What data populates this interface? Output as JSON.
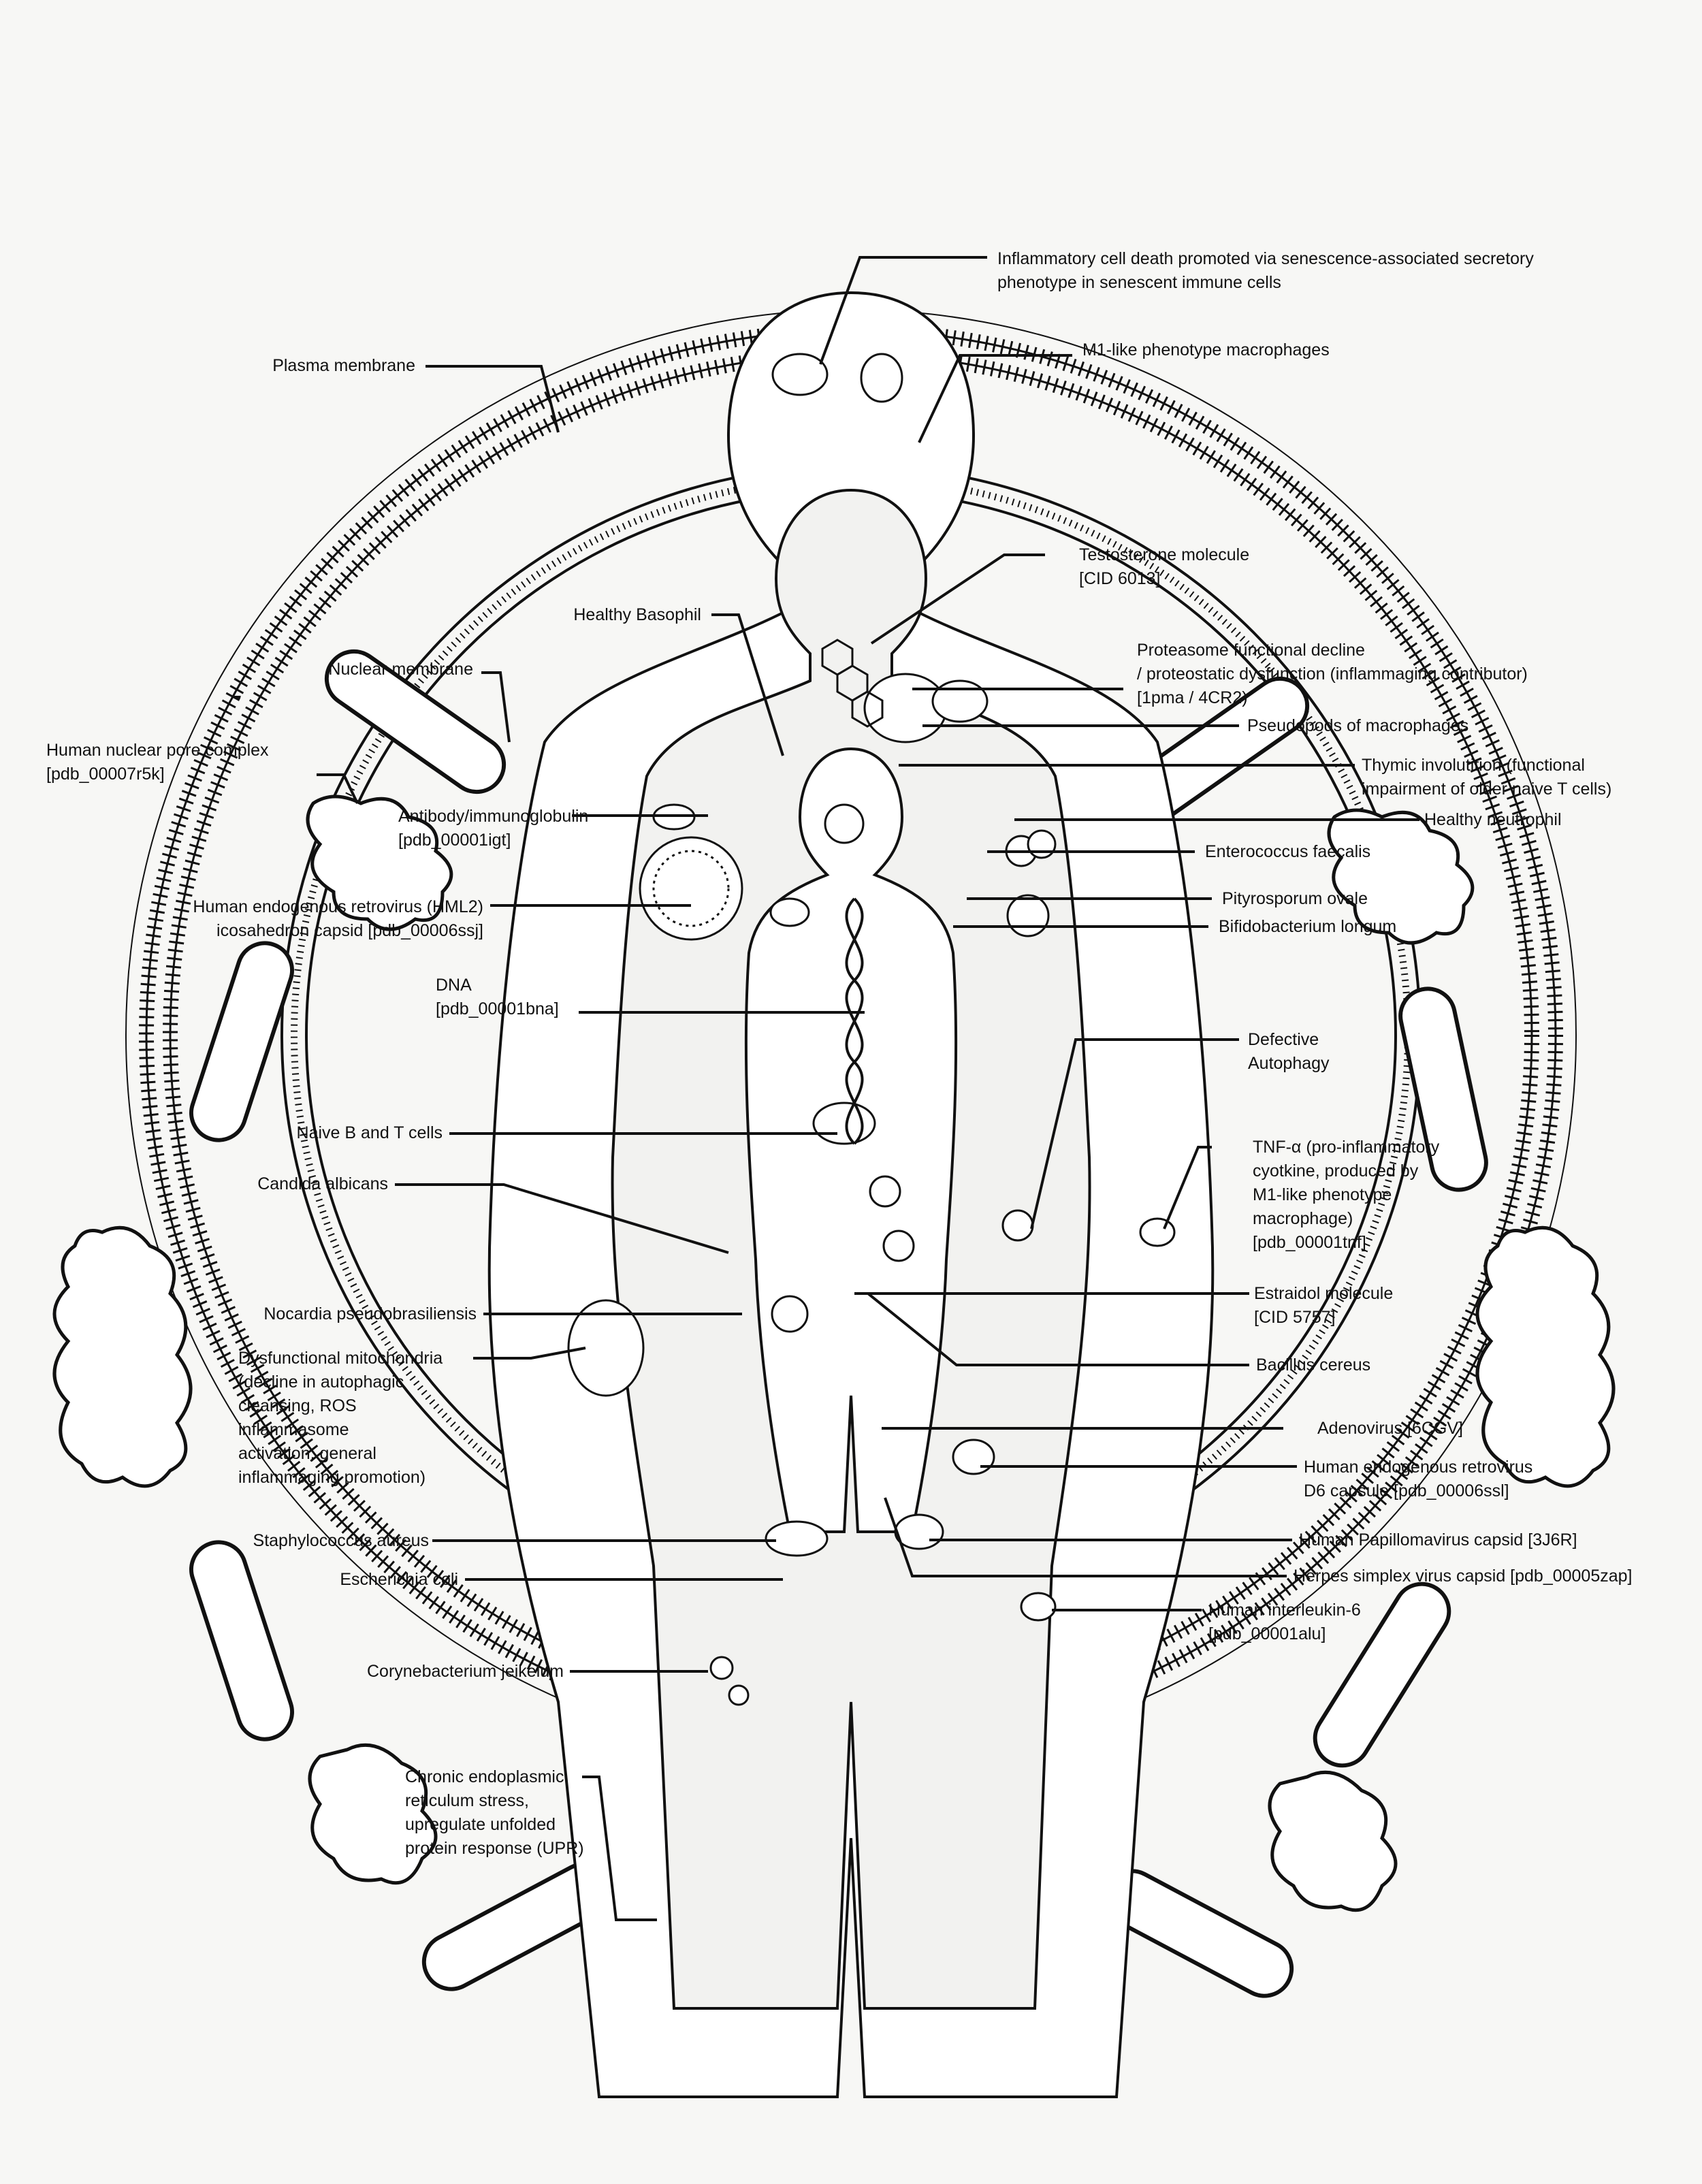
{
  "labels": {
    "inflammatory_cell_death": "Inflammatory cell death promoted via senescence-associated secretory\nphenotype in senescent immune cells",
    "m1_macrophages": "M1-like phenotype macrophages",
    "plasma_membrane": "Plasma membrane",
    "testosterone": "Testosterone molecule\n[CID 6013]",
    "healthy_basophil": "Healthy Basophil",
    "proteasome": "Proteasome functional decline\n/ proteostatic dysfunction (inflammaging contributor)\n[1pma / 4CR2)",
    "nuclear_membrane": "Nuclear membrane",
    "pseudopods": "Pseudopods of macrophages",
    "nuclear_pore": "Human nuclear pore complex\n[pdb_00007r5k]",
    "thymic_involution": "Thymic involutition (functional\nimpairment of older naive T cells)",
    "antibody": "Antibody/immunoglobulin\n[pdb_00001igt]",
    "healthy_neutrophil": "Healthy neutrophil",
    "enterococcus": "Enterococcus faecalis",
    "herv_hml2": "Human endogenous retrovirus (HML2)\nicosahedron capsid [pdb_00006ssj]",
    "pityrosporum": "Pityrosporum ovale",
    "bifidobacterium": "Bifidobacterium longum",
    "dna": "DNA\n[pdb_00001bna]",
    "defective_autophagy": "Defective\nAutophagy",
    "naive_bt": "Naive B and T cells",
    "tnf_alpha": "TNF-α (pro-inflammatory\ncyotkine, produced by\nM1-like phenotype\nmacrophage)\n[pdb_00001tnf]",
    "candida": "Candida albicans",
    "estradiol": "Estraidol molecule\n[CID 5757]",
    "nocardia": "Nocardia pseudobrasiliensis",
    "bacillus": "Bacillus cereus",
    "mitochondria": "Dysfunctional mitochondria\n(decline in autophagic\ncleansing, ROS\ninflammasome\nactivation, general\ninflammaging promotion)",
    "adenovirus": "Adenovirus [6CGV]",
    "herv_d6": "Human endogenous retrovirus\nD6 capsule [pdb_00006ssl]",
    "staph": "Staphylococcus aureus",
    "hpv": "Human Papillomavirus capsid [3J6R]",
    "ecoli": "Escherichia coli",
    "herpes": "Herpes simplex virus capsid [pdb_00005zap]",
    "interleukin6": "Human interleukin-6\n[pdb_00001alu]",
    "corynebacterium": "Corynebacterium jeikeium",
    "er_stress": "Chronic endoplasmic\nreticulum stress,\nupregulate unfolded\nprotein response (UPR)"
  },
  "colors": {
    "ink": "#111111",
    "background": "#f7f7f5",
    "fill": "#ffffff"
  }
}
